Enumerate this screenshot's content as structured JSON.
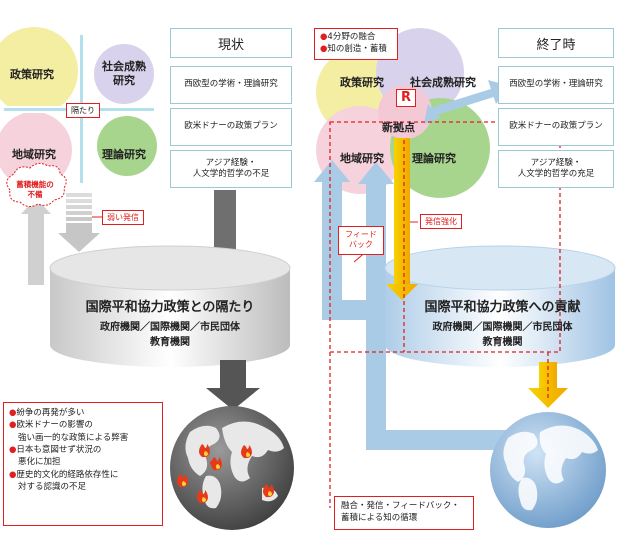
{
  "left": {
    "header": "現状",
    "circles": {
      "policy": "政策研究",
      "social": [
        "社会成熟",
        "研究"
      ],
      "regional": "地域研究",
      "theory": "理論研究"
    },
    "gap_label": "隔たり",
    "accumulation_cloud": [
      "蓄積機能の",
      "不備"
    ],
    "weak_signal": "弱い発信",
    "boxes": [
      [
        "西欧型の学術・理論研究"
      ],
      [
        "欧米ドナーの政策プラン"
      ],
      [
        "アジア経験・",
        "人文学的哲学の不足"
      ]
    ],
    "cylinder": {
      "title": "国際平和協力政策との隔たり",
      "sub1": "政府機関／国際機関／市民団体",
      "sub2": "教育機関"
    },
    "problems": [
      [
        "紛争の再発が多い"
      ],
      [
        "欧米ドナーの影響の",
        "強い画一的な政策による弊害"
      ],
      [
        "日本も意図せず状況の",
        "悪化に加担"
      ],
      [
        "歴史的文化的経路依存性に",
        "対する認識の不足"
      ]
    ]
  },
  "right": {
    "header": "終了時",
    "fusion": [
      "4分野の融合",
      "知の創造・蓄積"
    ],
    "circles": {
      "policy": "政策研究",
      "social": "社会成熟研究",
      "regional": "地域研究",
      "theory": "理論研究"
    },
    "hub_mark": "R",
    "hub_label": "新拠点",
    "feedback": [
      "フィード",
      "バック"
    ],
    "dissemination": "発信強化",
    "boxes": [
      [
        "西欧型の学術・理論研究"
      ],
      [
        "欧米ドナーの政策プラン"
      ],
      [
        "アジア経験・",
        "人文学的哲学の充足"
      ]
    ],
    "cylinder": {
      "title": "国際平和協力政策への貢献",
      "sub1": "政府機関／国際機関／市民団体",
      "sub2": "教育機関"
    },
    "cycle_note": [
      "融合・発信・フィードバック・",
      "蓄積による知の循環"
    ]
  },
  "colors": {
    "policy_circle": "#f3eea2",
    "social_circle": "#d9d2ec",
    "regional_circle": "#f6d2dc",
    "theory_circle": "#a8d58e",
    "accent_red": "#e02020",
    "light_blue": "#a9cbe6",
    "gray_arrow": "#777777",
    "yellow_arrow": "#f5c400"
  }
}
